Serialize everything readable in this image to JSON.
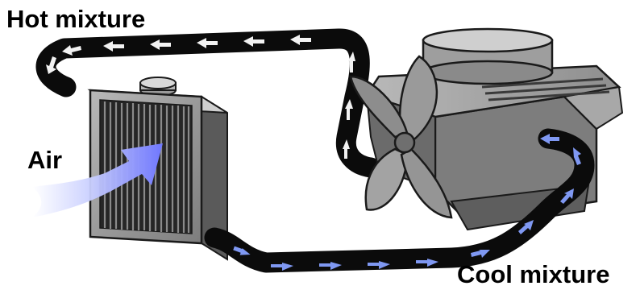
{
  "labels": {
    "hot_mixture": "Hot mixture",
    "air": "Air",
    "cool_mixture": "Cool mixture"
  },
  "colors": {
    "hose": "#0b0b0b",
    "hot_arrow": "#f2f2f2",
    "cool_arrow": "#7f98f2",
    "air_flow": "#7b84ff",
    "radiator_frame": "#8f8f8f",
    "engine_body": "#7c7c7c",
    "fan_blade": "#9a9a9a"
  },
  "components": {
    "radiator": "radiator",
    "engine": "engine-block",
    "fan": "fan",
    "hot_hose": "hot-coolant-hose",
    "cool_hose": "cool-coolant-hose",
    "air_arrow": "air-flow-arrow"
  }
}
